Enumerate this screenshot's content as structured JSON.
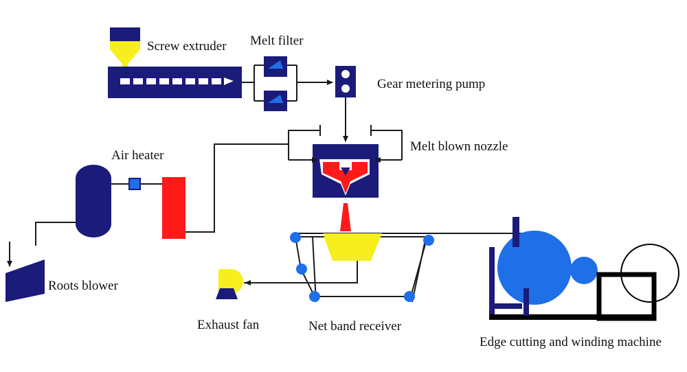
{
  "labels": {
    "screw_extruder": "Screw extruder",
    "melt_filter": "Melt filter",
    "gear_metering_pump": "Gear metering pump",
    "melt_blown_nozzle": "Melt blown nozzle",
    "air_heater": "Air heater",
    "roots_blower": "Roots blower",
    "exhaust_fan": "Exhaust fan",
    "net_band_receiver": "Net band receiver",
    "edge_cutting_winding": "Edge cutting and winding machine"
  },
  "colors": {
    "navy": "#1b1b7a",
    "yellow": "#f7ee1e",
    "red": "#ff1a1a",
    "blue": "#1e6fe8",
    "line": "#1a1a1a"
  }
}
